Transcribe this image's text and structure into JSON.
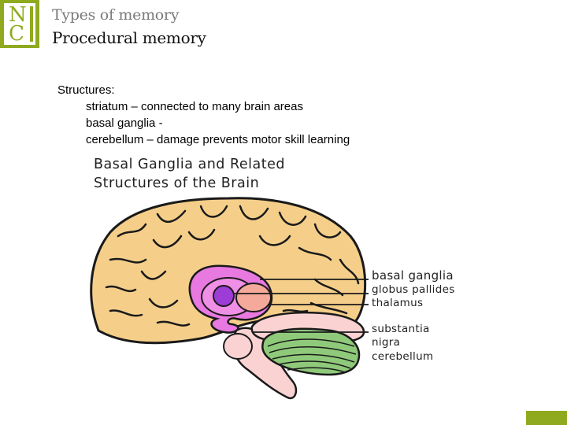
{
  "header": {
    "logo_letters": [
      "N",
      "C"
    ],
    "subtitle": "Types of memory",
    "title": "Procedural memory"
  },
  "content": {
    "heading": "Structures:",
    "items": [
      "striatum – connected to many brain areas",
      "basal ganglia -",
      "cerebellum – damage prevents motor skill learning"
    ]
  },
  "figure": {
    "title_line1": "Basal Ganglia and Related",
    "title_line2": "Structures of the Brain",
    "labels": {
      "basal_ganglia": "basal ganglia",
      "globus_pallides": "globus pallides",
      "thalamus": "thalamus",
      "substantia_1": "substantia",
      "substantia_2": "nigra",
      "cerebellum": "cerebellum"
    },
    "colors": {
      "cortex": "#f5cf8a",
      "basal_ganglia": "#e879e0",
      "globus": "#9d3cd6",
      "thalamus": "#f4a99a",
      "brainstem": "#fbd2d2",
      "cerebellum": "#8fc97a",
      "accent": "#8faa1f"
    }
  }
}
